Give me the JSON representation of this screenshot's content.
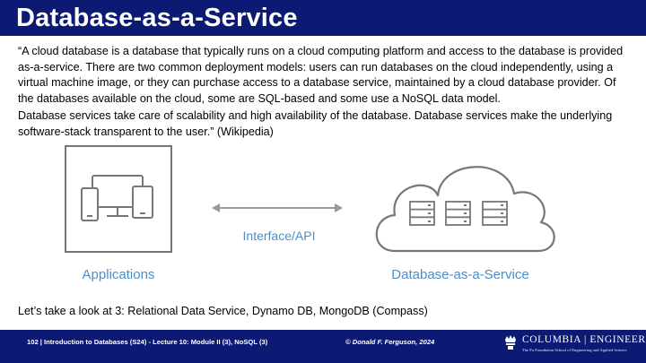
{
  "slide": {
    "title": "Database-as-a-Service",
    "paragraph_1": "“A cloud database is a database that typically runs on a cloud computing platform and access to the database is provided as-a-service. There are two common deployment models: users can run databases on the cloud independently, using a virtual machine image, or they can purchase access to a database service, maintained by a cloud database provider. Of the databases available on the cloud, some are SQL-based and some use a NoSQL data model.",
    "paragraph_2": "Database services take care of scalability and high availability of the database. Database services make the underlying software-stack transparent to the user.” (Wikipedia)",
    "bottom_line": "Let’s take a look at 3: Relational Data Service, Dynamo DB, MongoDB (Compass)"
  },
  "diagram": {
    "left_label": "Applications",
    "arrow_label": "Interface/API",
    "right_label": "Database-as-a-Service",
    "icons": [
      "devices-icon",
      "cloud-server-icon",
      "double-arrow-icon"
    ],
    "stroke_color": "#777777",
    "label_color": "#4a8fc9"
  },
  "footer": {
    "left": "102 | Introduction to Databases (S24) - Lecture 10: Module II (3), NoSQL (3)",
    "middle": "© Donald F. Ferguson, 2024",
    "brand": "COLUMBIA | ENGINEERING",
    "brand_sub": "The Fu Foundation School of Engineering and Applied Science",
    "background": "#0d1a74"
  }
}
